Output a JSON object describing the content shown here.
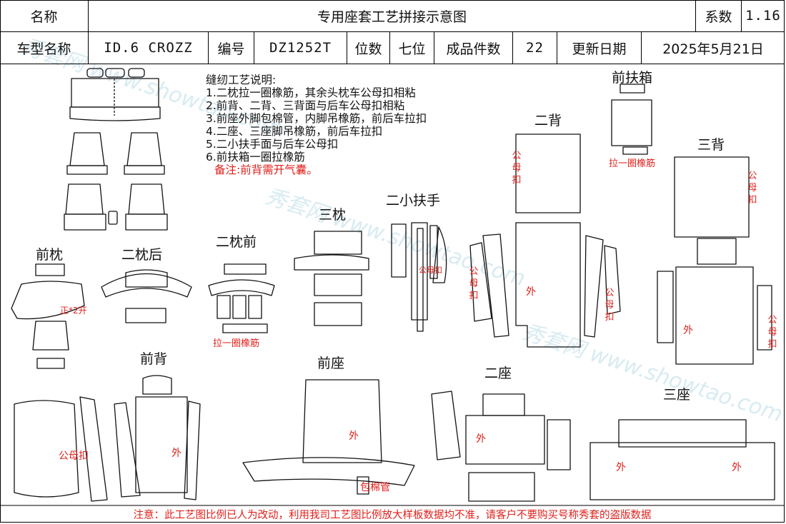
{
  "header": {
    "name_label": "名称",
    "title": "专用座套工艺拼接示意图",
    "coef_label": "系数",
    "coef_value": "1.16"
  },
  "info": {
    "model_label": "车型名称",
    "model_value": "ID.6 CROZZ",
    "code_label": "编号",
    "code_value": "DZ1252T",
    "seats_label": "位数",
    "seats_value": "七位",
    "pieces_label": "成品件数",
    "pieces_value": "22",
    "update_label": "更新日期",
    "update_value": "2025年5月21日"
  },
  "instructions": {
    "title": "缝纫工艺说明:",
    "items": [
      "1.二枕拉一圈橡筋，其余头枕车公母扣相粘",
      "2.前背、二背、三背面与后车公母扣相粘",
      "3.前座外脚包棉管，内脚吊橡筋，前后车拉扣",
      "4.二座、三座脚吊橡筋，前后车拉扣",
      "5.二小扶手面与后车公母扣",
      "6.前扶箱一圈拉橡筋"
    ],
    "note": "备注:前背需开气囊。"
  },
  "parts": {
    "front_headrest": "前枕",
    "second_headrest_back": "二枕后",
    "second_headrest_front": "二枕前",
    "third_headrest": "三枕",
    "second_small_armrest": "二小扶手",
    "second_back": "二背",
    "front_armbox": "前扶箱",
    "third_back": "三背",
    "front_back": "前背",
    "front_seat": "前座",
    "second_seat": "二座",
    "third_seat": "三座"
  },
  "annotations": {
    "front_pillow_mark": "正*2开",
    "elastic_loop": "拉一圈橡筋",
    "armbox_elastic": "拉一圈橡筋",
    "snap_h": "公母扣",
    "snap_v": "公母扣",
    "outer": "外",
    "cotton_tube": "包棉管"
  },
  "watermark": {
    "cn": "秀套网",
    "url": "www.showtao.com"
  },
  "footer": "注意：此工艺图比例已人为改动，利用我司工艺图比例放大样板数据均不准，请客户不要购买号称秀套的盗版数据",
  "colors": {
    "red": "#e0201b",
    "line": "#111111",
    "watermark": "#b9dbe8"
  }
}
